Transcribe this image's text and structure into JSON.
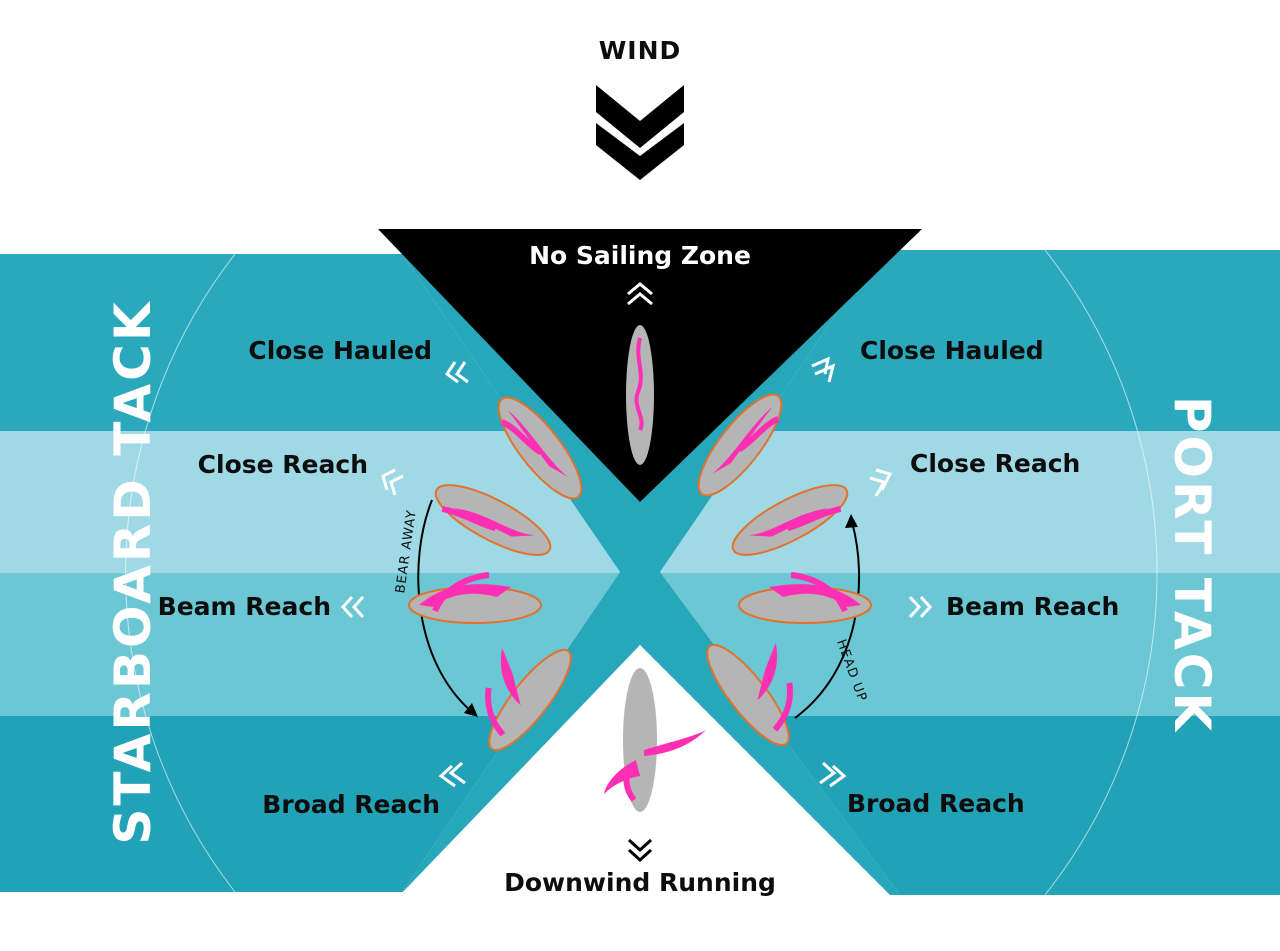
{
  "wind_label": "WIND",
  "no_sailing_zone": "No Sailing Zone",
  "downwind_running": "Downwind Running",
  "starboard_tack": "STARBOARD TACK",
  "port_tack": "PORT TACK",
  "bear_away": "BEAR AWAY",
  "head_up": "HEAD UP",
  "left_points": {
    "close_hauled": "Close Hauled",
    "close_reach": "Close Reach",
    "beam_reach": "Beam Reach",
    "broad_reach": "Broad Reach"
  },
  "right_points": {
    "close_hauled": "Close Hauled",
    "close_reach": "Close Reach",
    "beam_reach": "Beam Reach",
    "broad_reach": "Broad Reach"
  },
  "colors": {
    "band_dark": "#2aa9bd",
    "band_light": "#9fd9e6",
    "band_mid": "#6cc7d5",
    "band_bottom": "#22a2b6",
    "center_x": "#27a7ba",
    "no_go": "#000000",
    "hull": "#b5b5b5",
    "sail": "#ff2fb4",
    "hull_edge": "#e0742e"
  }
}
